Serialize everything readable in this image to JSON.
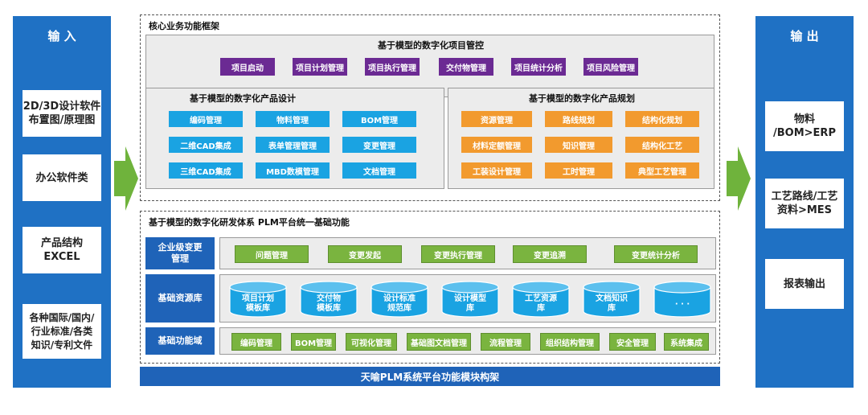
{
  "input": {
    "title": "输 入",
    "items": [
      "2D/3D设计软件\n布置图/原理图",
      "办公软件类",
      "产品结构\nEXCEL",
      "各种国际/国内/\n行业标准/各类\n知识/专利文件"
    ]
  },
  "output": {
    "title": "输 出",
    "items": [
      "物料\n/BOM>ERP",
      "工艺路线/工艺\n资料>MES",
      "报表输出"
    ]
  },
  "core": {
    "title": "核心业务功能框架",
    "project": {
      "title": "基于模型的数字化项目管控",
      "buttons": [
        "项目启动",
        "项目计划管理",
        "项目执行管理",
        "交付物管理",
        "项目统计分析",
        "项目风险管理"
      ]
    },
    "design": {
      "title": "基于模型的数字化产品设计",
      "buttons": [
        "编码管理",
        "物料管理",
        "BOM管理",
        "二维CAD集成",
        "表单管理管理",
        "变更管理",
        "三维CAD集成",
        "MBD数模管理",
        "文档管理"
      ]
    },
    "planning": {
      "title": "基于模型的数字化产品规划",
      "buttons": [
        "资源管理",
        "路线规划",
        "结构化规划",
        "材料定额管理",
        "知识管理",
        "结构化工艺",
        "工装设计管理",
        "工时管理",
        "典型工艺管理"
      ]
    }
  },
  "base": {
    "title": "基于模型的数字化研发体系 PLM平台统一基础功能",
    "change": {
      "label": "企业级变更\n管理",
      "buttons": [
        "问题管理",
        "变更发起",
        "变更执行管理",
        "变更追溯",
        "变更统计分析"
      ]
    },
    "resources": {
      "label": "基础资源库",
      "cylinders": [
        [
          "项目计划",
          "模板库"
        ],
        [
          "交付物",
          "模板库"
        ],
        [
          "设计标准",
          "规范库"
        ],
        [
          "设计模型",
          "库"
        ],
        [
          "工艺资源",
          "库"
        ],
        [
          "文档知识",
          "库"
        ],
        [
          "· · ·"
        ]
      ]
    },
    "functions": {
      "label": "基础功能域",
      "buttons": [
        "编码管理",
        "BOM管理",
        "可视化管理",
        "基础图文档管理",
        "流程管理",
        "组织结构管理",
        "安全管理",
        "系统集成"
      ]
    }
  },
  "footer": "天喻PLM系统平台功能模块构架",
  "colors": {
    "blue": "#1f71c4",
    "purple": "#6b2a93",
    "cyan": "#1aa3e2",
    "orange": "#f29a2e",
    "green": "#7ab43f",
    "arrow": "#6fb33c"
  }
}
